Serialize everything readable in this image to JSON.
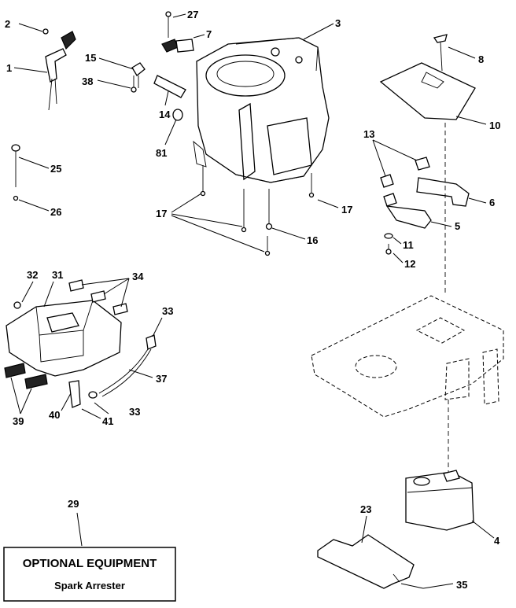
{
  "callouts": [
    {
      "id": "c1",
      "label": "1"
    },
    {
      "id": "c2",
      "label": "2"
    },
    {
      "id": "c3",
      "label": "3"
    },
    {
      "id": "c4",
      "label": "4"
    },
    {
      "id": "c5",
      "label": "5"
    },
    {
      "id": "c6",
      "label": "6"
    },
    {
      "id": "c7",
      "label": "7"
    },
    {
      "id": "c8",
      "label": "8"
    },
    {
      "id": "c10",
      "label": "10"
    },
    {
      "id": "c11",
      "label": "11"
    },
    {
      "id": "c12",
      "label": "12"
    },
    {
      "id": "c13",
      "label": "13"
    },
    {
      "id": "c14",
      "label": "14"
    },
    {
      "id": "c15",
      "label": "15"
    },
    {
      "id": "c16",
      "label": "16"
    },
    {
      "id": "c17a",
      "label": "17"
    },
    {
      "id": "c17b",
      "label": "17"
    },
    {
      "id": "c23",
      "label": "23"
    },
    {
      "id": "c25",
      "label": "25"
    },
    {
      "id": "c26",
      "label": "26"
    },
    {
      "id": "c27",
      "label": "27"
    },
    {
      "id": "c29",
      "label": "29"
    },
    {
      "id": "c31",
      "label": "31"
    },
    {
      "id": "c32",
      "label": "32"
    },
    {
      "id": "c33a",
      "label": "33"
    },
    {
      "id": "c33b",
      "label": "33"
    },
    {
      "id": "c34",
      "label": "34"
    },
    {
      "id": "c35",
      "label": "35"
    },
    {
      "id": "c37",
      "label": "37"
    },
    {
      "id": "c38",
      "label": "38"
    },
    {
      "id": "c39",
      "label": "39"
    },
    {
      "id": "c40",
      "label": "40"
    },
    {
      "id": "c41",
      "label": "41"
    },
    {
      "id": "c81",
      "label": "81"
    }
  ],
  "optional_box": {
    "title": "OPTIONAL EQUIPMENT",
    "subtitle": "Spark Arrester"
  }
}
